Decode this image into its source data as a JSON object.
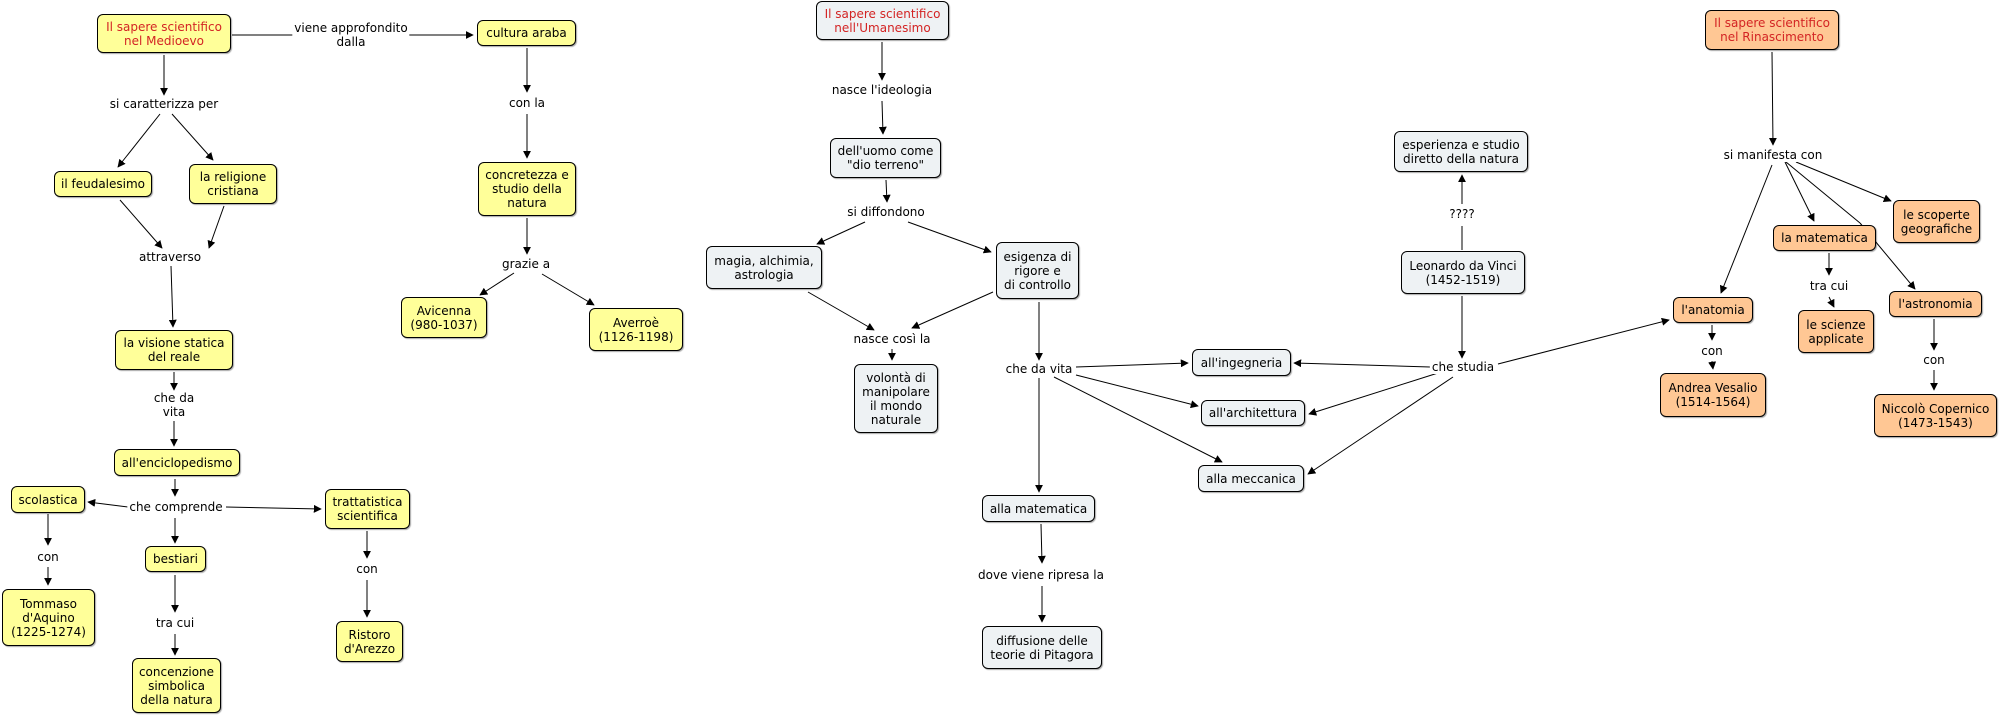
{
  "concepts": {
    "medioevo_title": "Il sapere scientifico\nnel Medioevo",
    "feudalesimo": "il feudalesimo",
    "religione": "la religione\ncristiana",
    "visione": "la visione statica\ndel reale",
    "enciclopedismo": "all'enciclopedismo",
    "scolastica": "scolastica",
    "tommaso": "Tommaso\nd'Aquino\n(1225-1274)",
    "bestiari": "bestiari",
    "concezione": "concenzione\nsimbolica\ndella natura",
    "trattatistica": "trattatistica\nscientifica",
    "ristoro": "Ristoro\nd'Arezzo",
    "cultura_araba": "cultura araba",
    "concretezza": "concretezza e\nstudio della\nnatura",
    "avicenna": "Avicenna\n(980-1037)",
    "averroe": "Averroè\n(1126-1198)",
    "umanesimo_title": "Il sapere scientifico\nnell'Umanesimo",
    "uomo": "dell'uomo come\n\"dio terreno\"",
    "magia": "magia, alchimia,\nastrologia",
    "esigenza": "esigenza di\nrigore e\ndi controllo",
    "volonta": "volontà di\nmanipolare\nil mondo\nnaturale",
    "matematica_u": "alla matematica",
    "pitagora": "diffusione delle\nteorie di Pitagora",
    "ingegneria": "all'ingegneria",
    "architettura": "all'architettura",
    "meccanica": "alla meccanica",
    "esperienza": "esperienza e studio\ndiretto della natura",
    "leonardo": "Leonardo da Vinci\n(1452-1519)",
    "rinascimento_title": "Il sapere scientifico\nnel Rinascimento",
    "scoperte": "le scoperte\ngeografiche",
    "matematica_r": "la matematica",
    "scienze": "le scienze\napplicate",
    "astronomia": "l'astronomia",
    "copernico": "Niccolò Copernico\n(1473-1543)",
    "anatomia": "l'anatomia",
    "vesalio": "Andrea Vesalio\n(1514-1564)"
  },
  "links": {
    "viene": "viene approfondito\ndalla",
    "caratterizza": "si caratterizza per",
    "attraverso": "attraverso",
    "che_da_vita_m": "che da\nvita",
    "comprende": "che comprende",
    "con_scol": "con",
    "tra_cui_m": "tra cui",
    "con_tratt": "con",
    "con_la": "con la",
    "grazie": "grazie a",
    "nasce_ideo": "nasce l'ideologia",
    "diffondono": "si diffondono",
    "nasce_cosi": "nasce così la",
    "che_da_vita_u": "che da vita",
    "dove_ripresa": "dove viene ripresa la",
    "che_studia": "che studia",
    "qqqq": "????",
    "manifesta": "si manifesta con",
    "tra_cui_r": "tra cui",
    "con_astro": "con",
    "con_anat": "con"
  }
}
